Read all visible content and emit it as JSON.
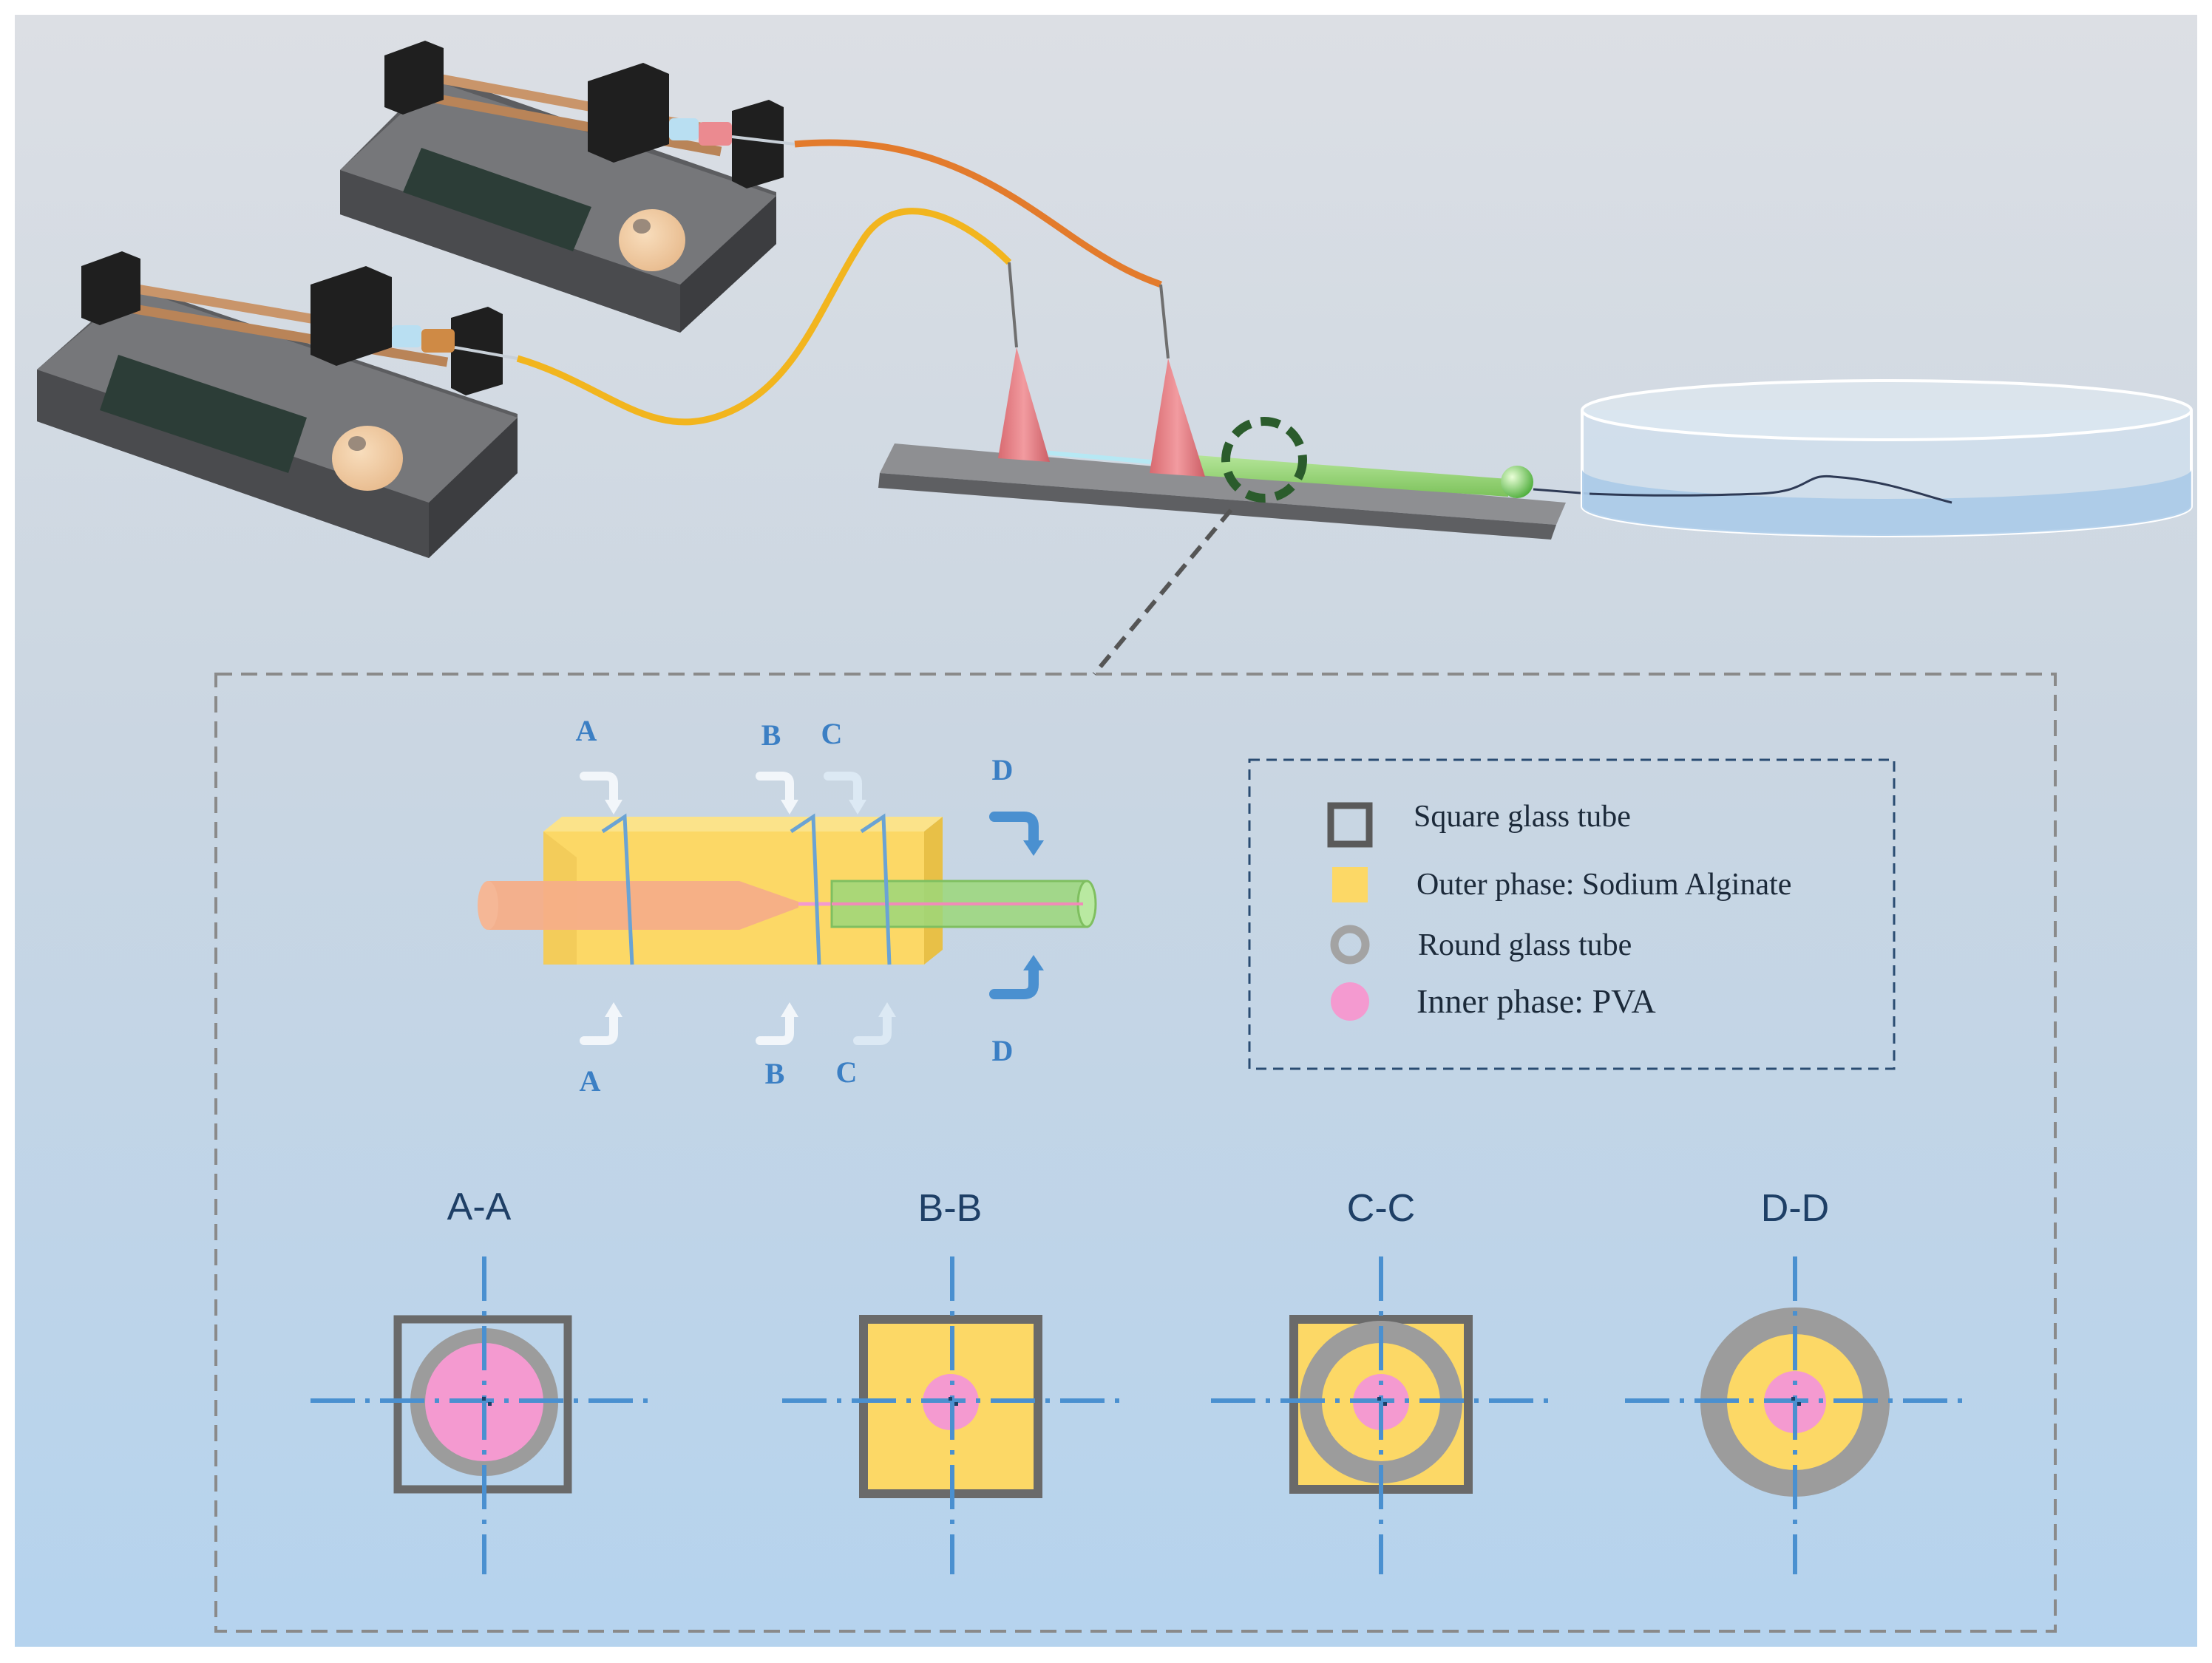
{
  "cut_labels": {
    "a_top": "A",
    "a_bottom": "A",
    "b_top": "B",
    "b_bottom": "B",
    "c_top": "C",
    "c_bottom": "C",
    "d_top": "D",
    "d_bottom": "D"
  },
  "legend": {
    "items": [
      {
        "label": "Square glass tube",
        "icon": "square-outline-icon"
      },
      {
        "label": "Outer phase: Sodium Alginate",
        "icon": "yellow-square-icon"
      },
      {
        "label": "Round glass tube",
        "icon": "gray-ring-icon"
      },
      {
        "label": "Inner phase: PVA",
        "icon": "pink-dot-icon"
      }
    ]
  },
  "sections": [
    {
      "id": "A-A",
      "title": "A-A"
    },
    {
      "id": "B-B",
      "title": "B-B"
    },
    {
      "id": "C-C",
      "title": "C-C"
    },
    {
      "id": "D-D",
      "title": "D-D"
    }
  ],
  "colors": {
    "bg_top": "#dcdfe4",
    "bg_bottom": "#b7d4ee",
    "pump_body": "#6c6d70",
    "pump_dark": "#242424",
    "screen": "#2c3d37",
    "knob": "#f3cfa9",
    "tube_orange": "#e37b2c",
    "tube_yellow": "#f2b51e",
    "cone": "#e7868a",
    "channel_green": "#9bd77a",
    "outer_phase": "#fcd866",
    "inner_phase": "#f49ad0",
    "glass_gray": "#9c9c9c",
    "square_tube": "#6a6a6a",
    "axis_blue": "#4a90d0",
    "label_blue": "#3b7fc4",
    "title_navy": "#1e3f66",
    "dash_gray": "#8a8a8a"
  }
}
